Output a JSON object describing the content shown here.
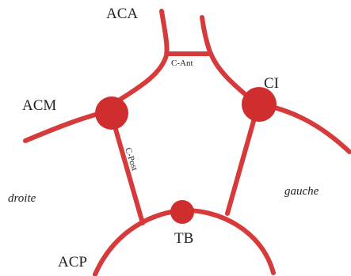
{
  "colors": {
    "vessel": "#d63a3a",
    "node": "#d02e2e",
    "text": "#222222",
    "background": "#ffffff"
  },
  "labels": {
    "aca": "ACA",
    "c_ant": "C-Ant",
    "ci": "CI",
    "acm": "ACM",
    "c_post": "C-Post",
    "droite": "droite",
    "gauche": "gauche",
    "tb": "TB",
    "acp": "ACP"
  }
}
